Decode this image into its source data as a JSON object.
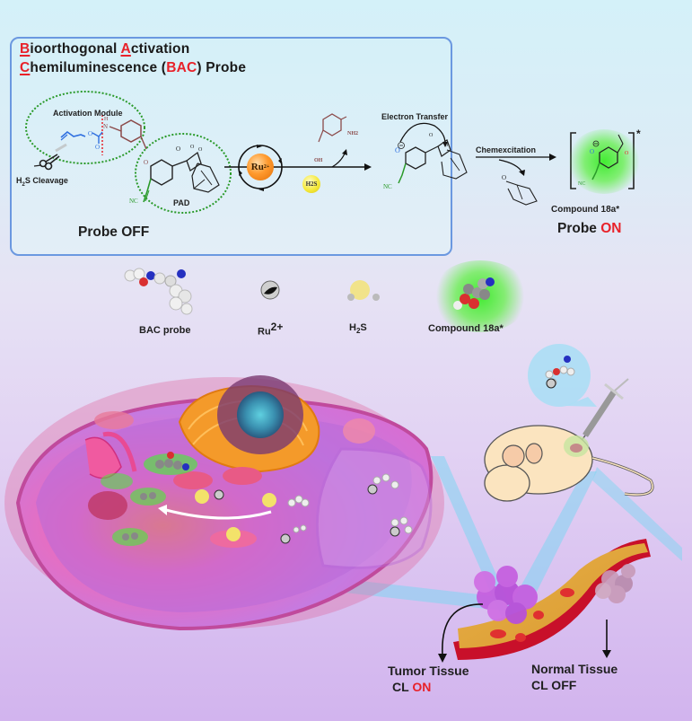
{
  "header": {
    "title_line1": [
      {
        "text": "B",
        "accent": true
      },
      {
        "text": "ioorthogonal ",
        "accent": false
      },
      {
        "text": "A",
        "accent": true
      },
      {
        "text": "ctivation",
        "accent": false
      }
    ],
    "title_line2": [
      {
        "text": "C",
        "accent": true
      },
      {
        "text": "hemiluminescence (",
        "accent": false
      },
      {
        "text": "BAC",
        "accent": true
      },
      {
        "text": ") Probe",
        "accent": false
      }
    ]
  },
  "scheme": {
    "activation_module_label": "Activation Module",
    "cleavage_label_prefix": "H",
    "cleavage_label_sub": "2",
    "cleavage_label_suffix": "S Cleavage",
    "pad_label": "PAD",
    "probe_off_label": "Probe OFF",
    "catalyst_label": "Ru",
    "catalyst_charge": "2+",
    "reagent_label": "H2S",
    "byproduct_amine": "NH2",
    "byproduct_alcohol": "OH",
    "electron_transfer_label": "Electron Transfer",
    "chemexcitation_label": "Chemexcitation",
    "nc_label": "NC",
    "compound_label": "Compound 18a*",
    "excited_marker": "*",
    "probe_on_prefix": "Probe ",
    "probe_on_accent": "ON"
  },
  "legend": {
    "items": [
      {
        "label": "BAC probe"
      },
      {
        "label_main": "Ru",
        "label_sup": "2+"
      },
      {
        "label_main": "H",
        "label_sub": "2",
        "label_tail": "S"
      },
      {
        "label": "Compound 18a*"
      }
    ]
  },
  "bottom": {
    "tumor_label": "Tumor Tissue",
    "tumor_cl_prefix": "CL ",
    "tumor_cl_state": "ON",
    "normal_label": "Normal Tissue",
    "normal_cl": "CL OFF"
  },
  "colors": {
    "accent_red": "#e8222a",
    "box_border": "#6b98e0",
    "green_glow": "#3aeb28",
    "activation_blue": "#2f6fe0",
    "linker_brown": "#8b4a4a",
    "pad_green": "#2a9a2a",
    "ruthenium_orange": "#ff9a2e",
    "h2s_yellow": "#f5ea3c"
  }
}
